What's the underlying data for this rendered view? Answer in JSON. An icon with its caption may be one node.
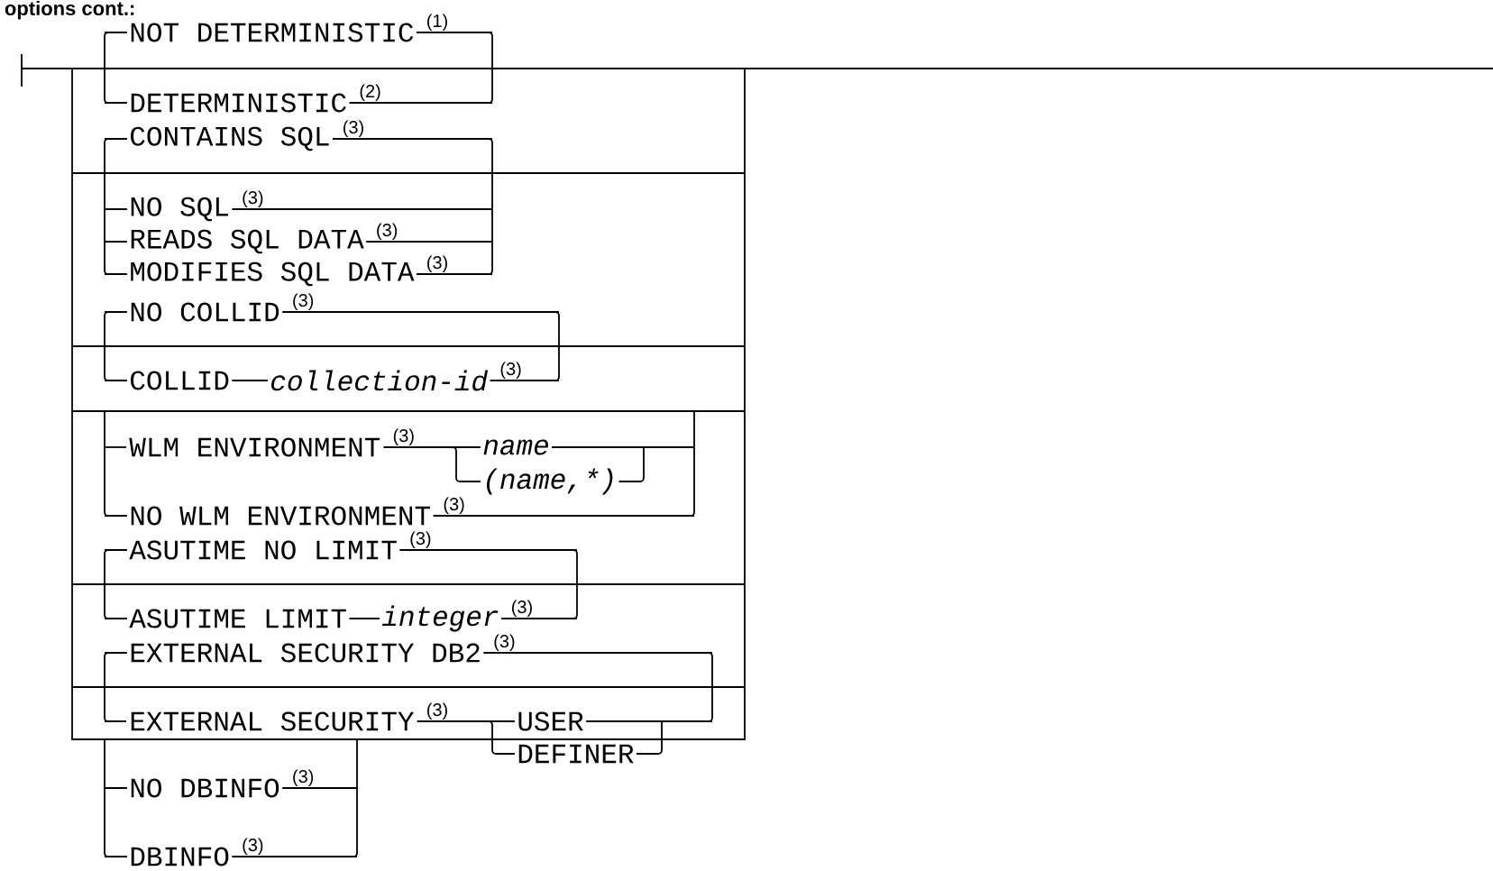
{
  "diagram": {
    "title": "options cont.:",
    "nodes": [
      {
        "text": [
          "NOT DETERMINISTIC"
        ],
        "beside": [
          "(1)"
        ]
      },
      {
        "text": [
          "DETERMINISTIC"
        ],
        "beside": [
          "(2)"
        ]
      },
      {
        "text": [
          "CONTAINS SQL"
        ],
        "beside": [
          "(3)"
        ]
      },
      {
        "text": [
          "NO SQL"
        ],
        "beside": [
          "(3)"
        ]
      },
      {
        "text": [
          "READS SQL DATA"
        ],
        "beside": [
          "(3)"
        ]
      },
      {
        "text": [
          "MODIFIES SQL DATA"
        ],
        "beside": [
          "(3)"
        ]
      },
      {
        "text": [
          "NO COLLID"
        ],
        "beside": [
          "(3)"
        ]
      },
      {
        "text": [
          "COLLID"
        ]
      },
      {
        "text": [
          "collection-id"
        ],
        "beside": [
          "(3)"
        ]
      },
      {
        "text": [
          "WLM ENVIRONMENT"
        ],
        "beside": [
          "(3)"
        ]
      },
      {
        "text": [
          "name"
        ]
      },
      {
        "text": [
          "(name,*)"
        ]
      },
      {
        "text": [
          "NO WLM ENVIRONMENT"
        ],
        "beside": [
          "(3)"
        ]
      },
      {
        "text": [
          "ASUTIME NO LIMIT"
        ],
        "beside": [
          "(3)"
        ]
      },
      {
        "text": [
          "ASUTIME LIMIT"
        ]
      },
      {
        "text": [
          "integer"
        ],
        "beside": [
          "(3)"
        ]
      },
      {
        "text": [
          "EXTERNAL SECURITY DB2"
        ],
        "beside": [
          "(3)"
        ]
      },
      {
        "text": [
          "EXTERNAL SECURITY"
        ],
        "beside": [
          "(3)"
        ]
      },
      {
        "text": [
          "USER"
        ]
      },
      {
        "text": [
          "DEFINER"
        ]
      },
      {
        "text": [
          "NO DBINFO"
        ],
        "beside": [
          "(3)"
        ]
      },
      {
        "text": [
          "DBINFO"
        ],
        "beside": [
          "(3)"
        ]
      }
    ],
    "edges": [
      {
        "from": 7,
        "to": 8,
        "arrow": "none"
      },
      {
        "from": 9,
        "to": 10,
        "arrow": "none"
      },
      {
        "from": 9,
        "to": 11,
        "arrow": "none"
      },
      {
        "from": 14,
        "to": 15,
        "arrow": "none"
      },
      {
        "from": 17,
        "to": 18,
        "arrow": "none"
      },
      {
        "from": 17,
        "to": 19,
        "arrow": "none"
      }
    ]
  }
}
